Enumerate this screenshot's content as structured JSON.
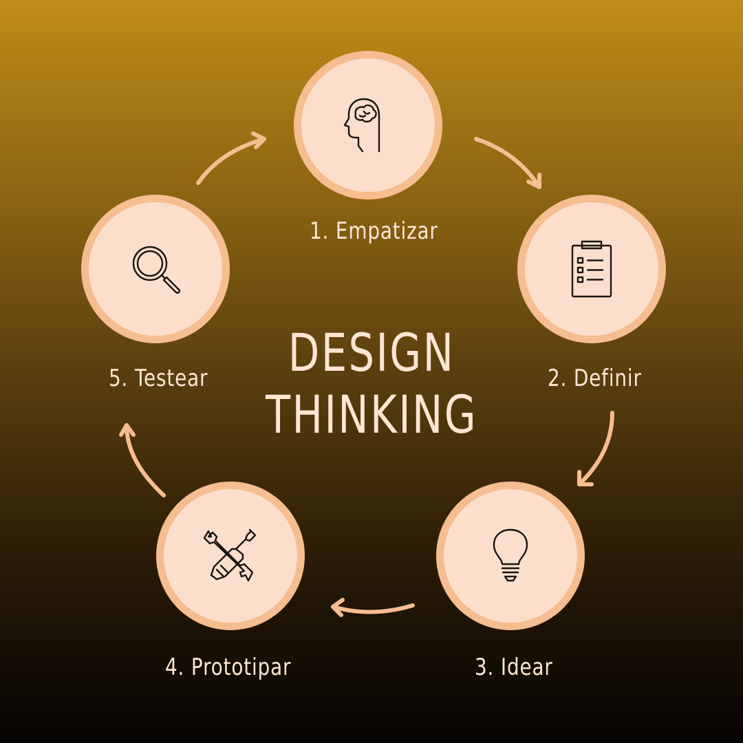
{
  "title": {
    "line1": "DESIGN",
    "line2": "THINKING"
  },
  "steps": [
    {
      "label": "1. Empatizar",
      "icon": "head-brain-icon"
    },
    {
      "label": "2. Definir",
      "icon": "clipboard-checklist-icon"
    },
    {
      "label": "3. Idear",
      "icon": "lightbulb-icon"
    },
    {
      "label": "4. Prototipar",
      "icon": "wrench-screwdriver-icon"
    },
    {
      "label": "5. Testear",
      "icon": "magnifier-icon"
    }
  ],
  "colors": {
    "ring": "#f6bd91",
    "circle_fill": "#fbdfcc",
    "arrow": "#f6bd91",
    "text": "#fde6d4",
    "icon_stroke": "#1a1410"
  }
}
